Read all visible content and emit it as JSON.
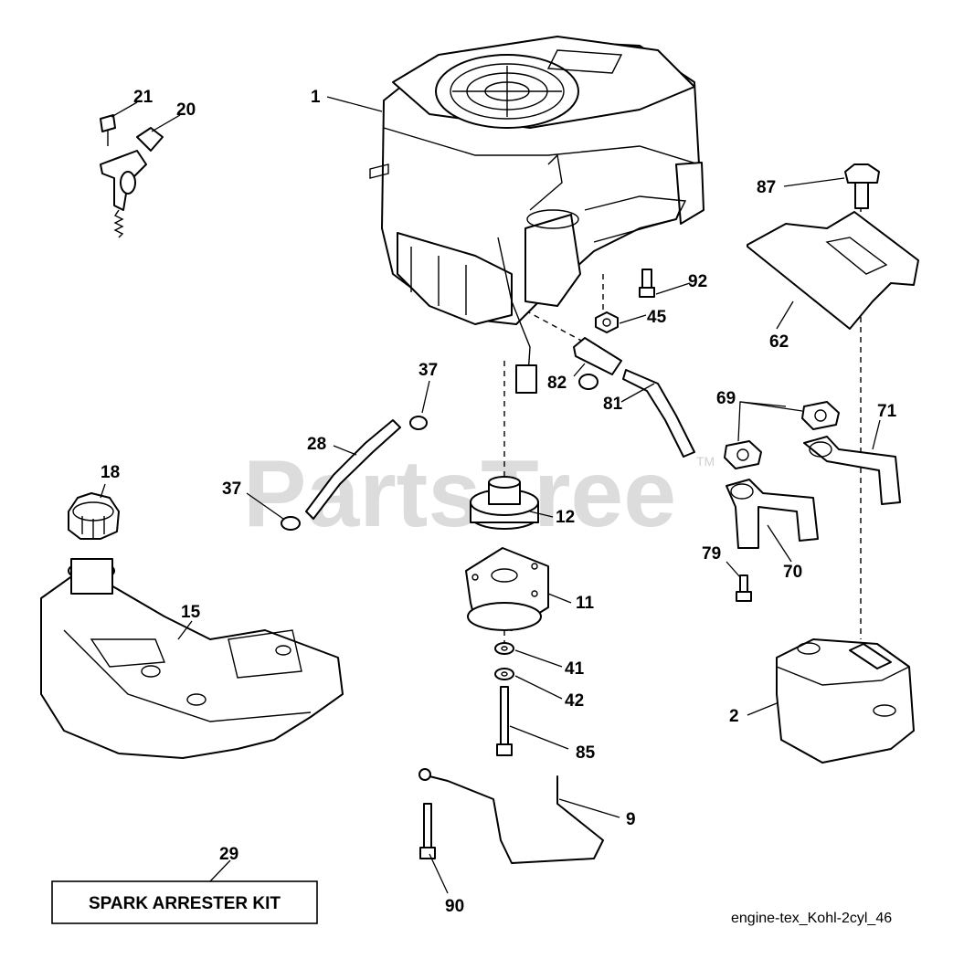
{
  "watermark": {
    "text": "PartsTree",
    "mark": "TM"
  },
  "kit_label": "SPARK ARRESTER KIT",
  "diagram_ref": "engine-tex_Kohl-2cyl_46",
  "callouts": {
    "p1": "1",
    "p2": "2",
    "p9": "9",
    "p11": "11",
    "p12": "12",
    "p15": "15",
    "p18": "18",
    "p20": "20",
    "p21": "21",
    "p28": "28",
    "p29": "29",
    "p37a": "37",
    "p37b": "37",
    "p41": "41",
    "p42": "42",
    "p45": "45",
    "p62": "62",
    "p69": "69",
    "p70": "70",
    "p71": "71",
    "p79": "79",
    "p81": "81",
    "p82": "82",
    "p85": "85",
    "p87": "87",
    "p90": "90",
    "p92": "92"
  }
}
